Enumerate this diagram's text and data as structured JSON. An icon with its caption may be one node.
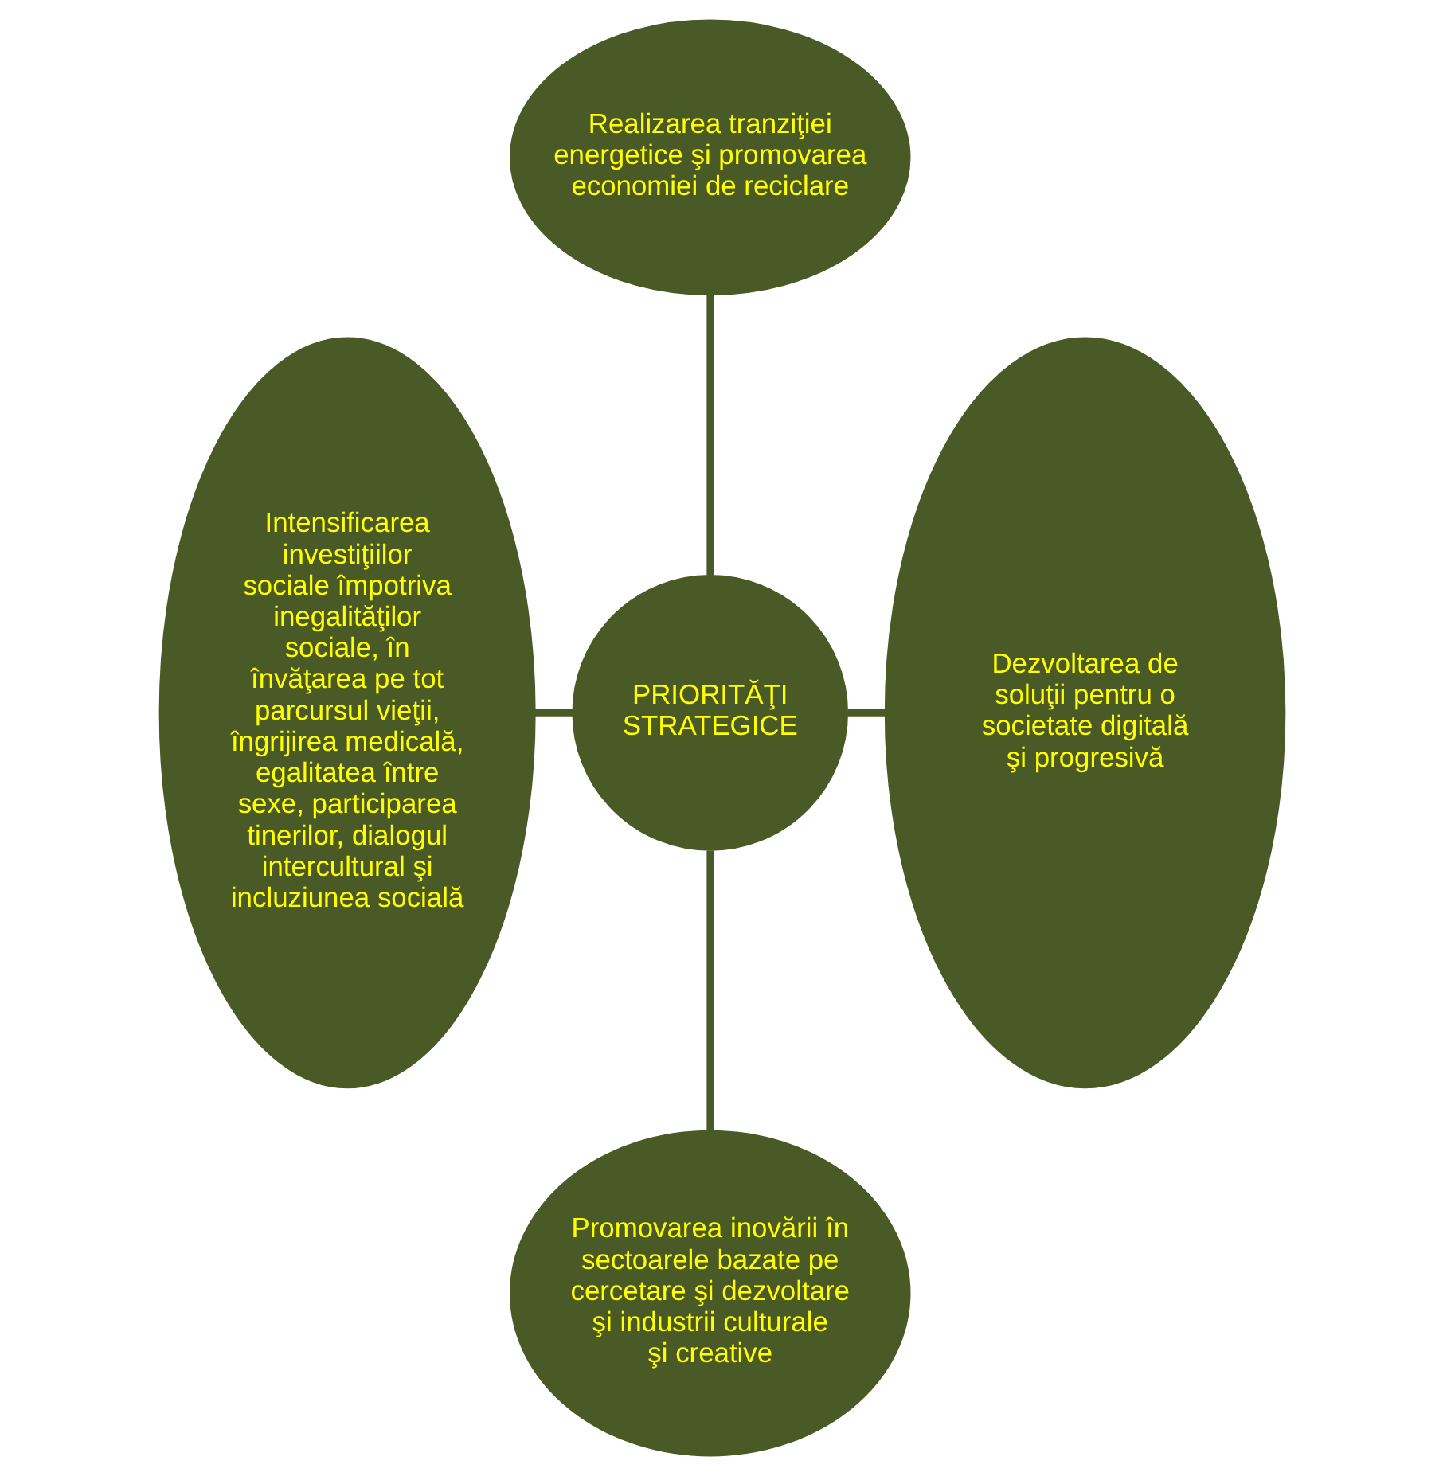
{
  "diagram": {
    "nodes": [
      {
        "text": [
          "Realizarea tranziţiei energetice şi promovarea economiei de reciclare"
        ]
      },
      {
        "text": [
          "Intensificarea investiţiilor sociale împotriva inegalităţilor sociale, în învăţarea pe tot parcursul vieţii, îngrijirea medicală, egalitatea între sexe, participarea tinerilor, dialogul intercultural şi incluziunea socială"
        ]
      },
      {
        "text": [
          "PRIORITĂŢI STRATEGICE"
        ]
      },
      {
        "text": [
          "Dezvoltarea de soluţii pentru o societate digitală şi progresivă"
        ]
      },
      {
        "text": [
          "Promovarea inovării în sectoarele bazate pe cercetare şi dezvoltare şi industrii culturale şi creative"
        ]
      }
    ],
    "edges": [
      {
        "from": 0,
        "to": 2,
        "arrow": "none"
      },
      {
        "from": 1,
        "to": 2,
        "arrow": "none"
      },
      {
        "from": 2,
        "to": 3,
        "arrow": "none"
      },
      {
        "from": 2,
        "to": 4,
        "arrow": "none"
      }
    ]
  }
}
